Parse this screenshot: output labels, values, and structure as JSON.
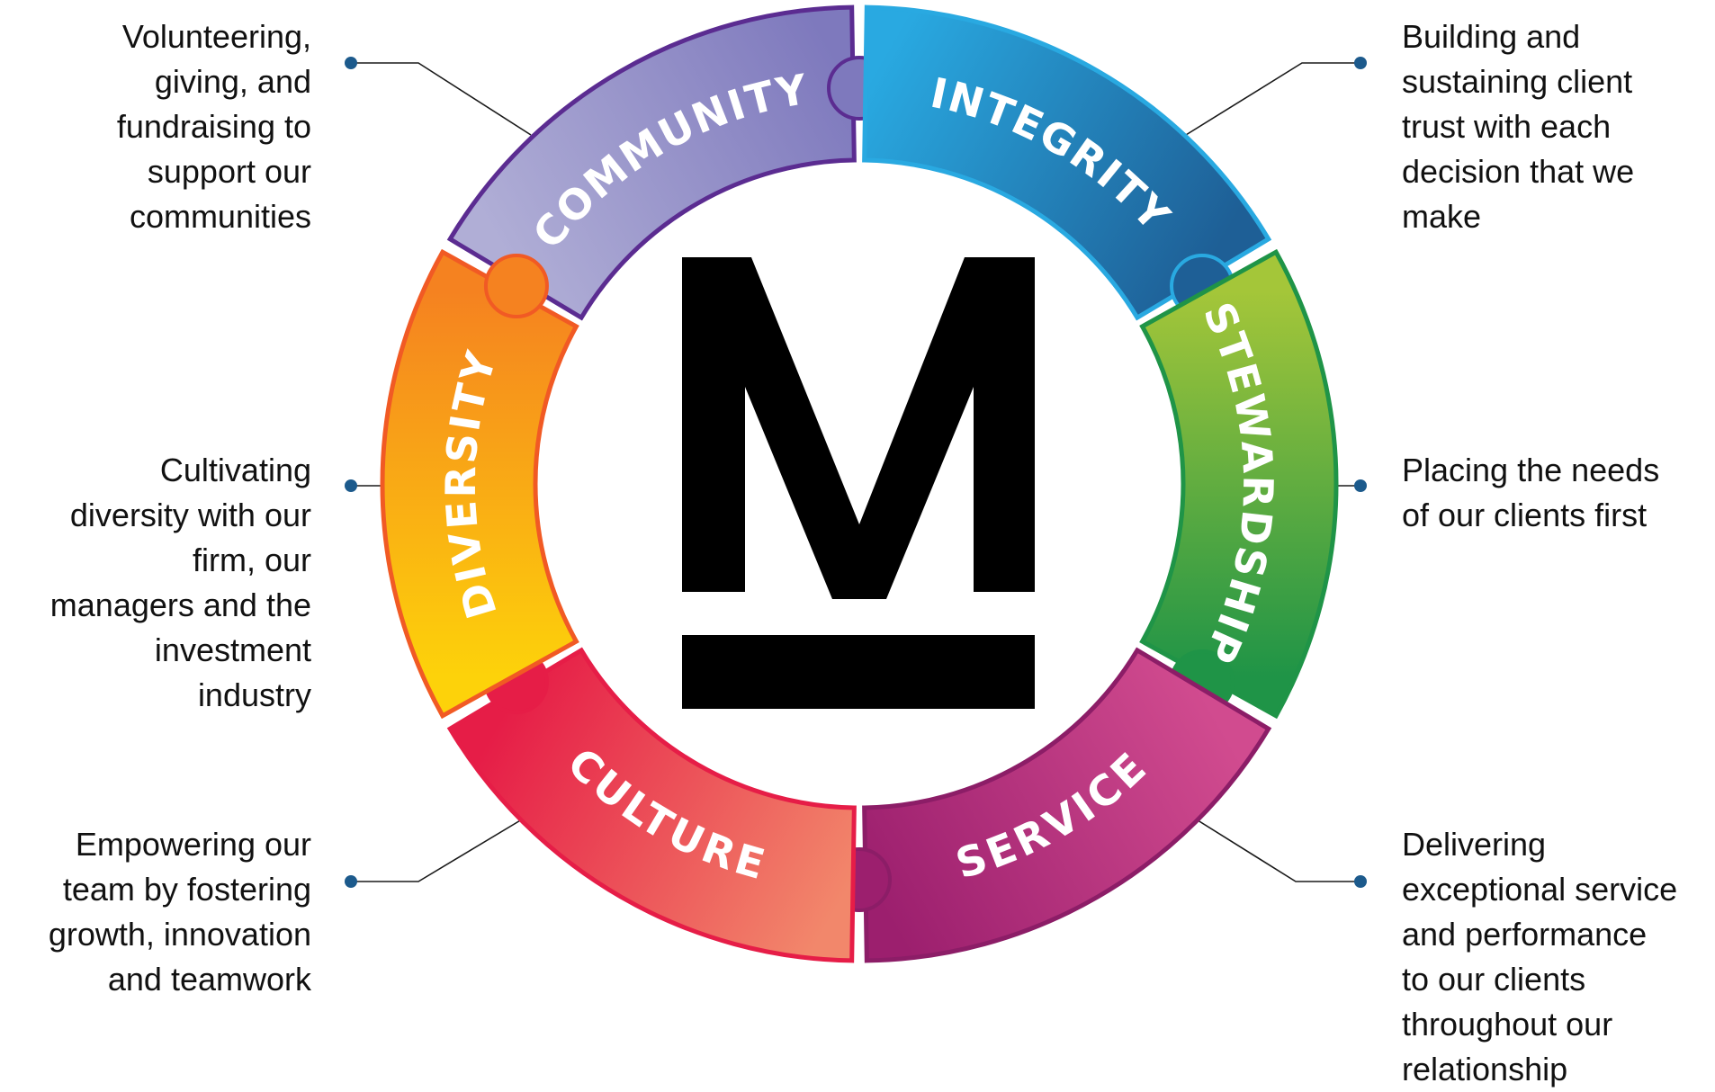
{
  "values": [
    {
      "id": "community",
      "label": "COMMUNITY",
      "description": [
        "Volunteering,",
        "giving, and",
        "fundraising  to",
        "support our",
        "communities"
      ],
      "side": "left",
      "colors": [
        "#b0aed6",
        "#7e79bd"
      ],
      "outline": "#5b2c91"
    },
    {
      "id": "integrity",
      "label": "INTEGRITY",
      "description": [
        "Building  and",
        "sustaining  client",
        "trust with each",
        "decision that we",
        "make"
      ],
      "side": "right",
      "colors": [
        "#29a9e1",
        "#1e5f96"
      ],
      "outline": "#29a9e1"
    },
    {
      "id": "stewardship",
      "label": "STEWARDSHIP",
      "description": [
        "Placing the needs",
        "of our clients first"
      ],
      "side": "right",
      "colors": [
        "#a4c639",
        "#1f9447"
      ],
      "outline": "#1f9447"
    },
    {
      "id": "service",
      "label": "SERVICE",
      "description": [
        "Delivering",
        "exceptional service",
        "and performance",
        "to our clients",
        "throughout our",
        "relationship"
      ],
      "side": "right",
      "colors": [
        "#d14b8f",
        "#9c1f6e"
      ],
      "outline": "#8c1d67"
    },
    {
      "id": "culture",
      "label": "CULTURE",
      "description": [
        "Empowering our",
        "team by fostering",
        "growth, innovation",
        "and teamwork"
      ],
      "side": "left",
      "colors": [
        "#f2876b",
        "#e61d47"
      ],
      "outline": "#e61d47"
    },
    {
      "id": "diversity",
      "label": "DIVERSITY",
      "description": [
        "Cultivating",
        "diversity with our",
        "firm,  our",
        "managers and the",
        "investment",
        "industry"
      ],
      "side": "left",
      "colors": [
        "#fdd20a",
        "#f58220"
      ],
      "outline": "#f15a24"
    }
  ],
  "logo": {
    "name": "M-logo",
    "color": "#000000"
  },
  "connector": {
    "dot_color": "#1c5a8c",
    "line_color": "#1a1a1a"
  }
}
